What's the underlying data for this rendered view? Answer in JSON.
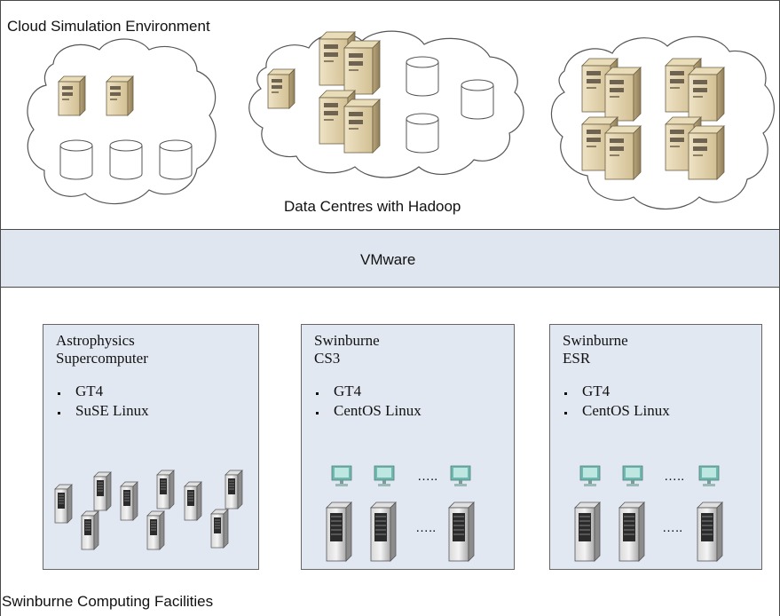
{
  "cloud": {
    "title": "Cloud Simulation Environment",
    "caption": "Data Centres with Hadoop"
  },
  "virtualization": {
    "label": "VMware"
  },
  "facilities": {
    "title": "Swinburne Computing Facilities",
    "items": [
      {
        "name_line1": "Astrophysics",
        "name_line2": "Supercomputer",
        "software": [
          "GT4",
          "SuSE Linux"
        ]
      },
      {
        "name_line1": "Swinburne",
        "name_line2": "CS3",
        "software": [
          "GT4",
          "CentOS Linux"
        ],
        "ellipsis": "….."
      },
      {
        "name_line1": "Swinburne",
        "name_line2": "ESR",
        "software": [
          "GT4",
          "CentOS Linux"
        ],
        "ellipsis": "….."
      }
    ]
  },
  "icons": [
    "cloud-icon",
    "server-tower-icon",
    "database-cylinder-icon",
    "server-rack-icon",
    "monitor-icon"
  ]
}
